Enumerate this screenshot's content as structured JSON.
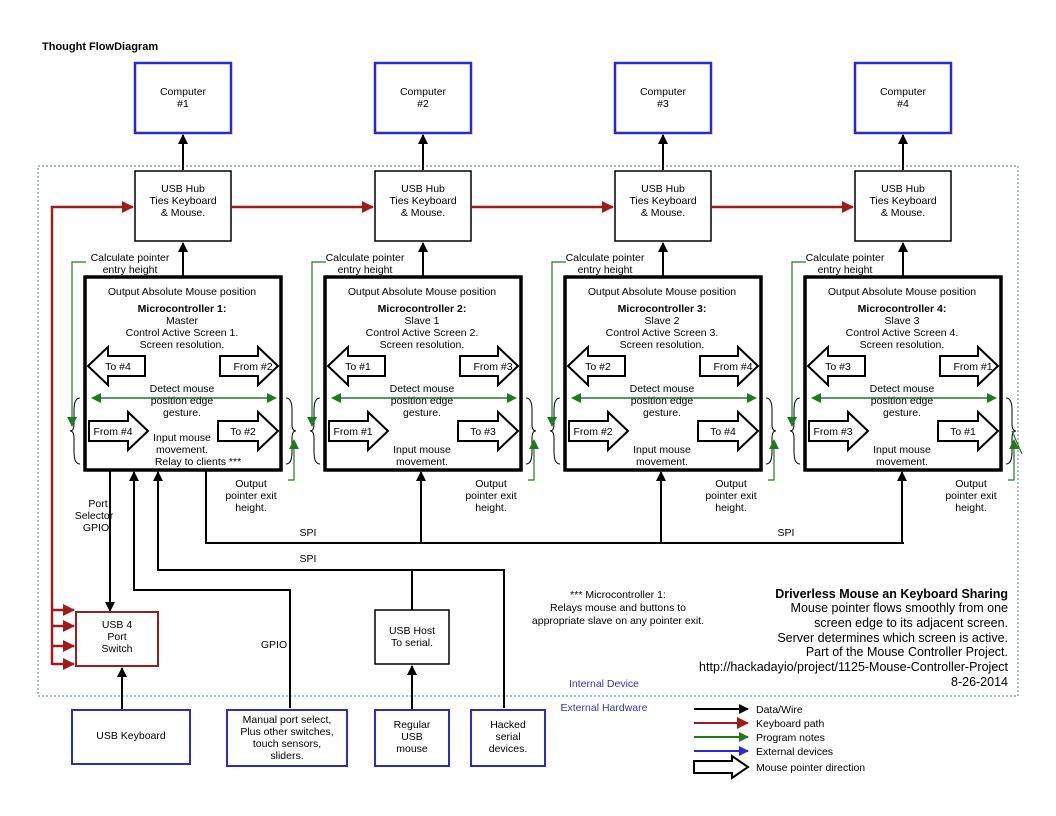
{
  "title": "Thought FlowDiagram",
  "colors": {
    "external": "#2a2ad0",
    "keyboard": "#a01c1c",
    "program": "#1f7a1f",
    "wire": "#000000",
    "dashed": "#5a7aa0"
  },
  "computers": [
    {
      "line1": "Computer",
      "line2": "#1"
    },
    {
      "line1": "Computer",
      "line2": "#2"
    },
    {
      "line1": "Computer",
      "line2": "#3"
    },
    {
      "line1": "Computer",
      "line2": "#4"
    }
  ],
  "hubs": [
    {
      "line1": "USB Hub",
      "line2": "Ties Keyboard",
      "line3": "& Mouse."
    },
    {
      "line1": "USB Hub",
      "line2": "Ties Keyboard",
      "line3": "& Mouse."
    },
    {
      "line1": "USB Hub",
      "line2": "Ties Keyboard",
      "line3": "& Mouse."
    },
    {
      "line1": "USB Hub",
      "line2": "Ties Keyboard",
      "line3": "& Mouse."
    }
  ],
  "calc_entry": {
    "line1": "Calculate pointer",
    "line2": "entry height"
  },
  "output_exit": {
    "line1": "Output",
    "line2": "pointer exit",
    "line3": "height."
  },
  "micros": [
    {
      "header": "Output Absolute Mouse position",
      "name": "Microcontroller 1:",
      "role": "Master",
      "control": "Control Active Screen 1.",
      "resolution": "Screen resolution.",
      "left_out": "To #4",
      "right_in": "From #2",
      "detect1": "Detect mouse",
      "detect2": "position edge",
      "detect3": "gesture.",
      "left_in": "From #4",
      "right_out": "To #2",
      "input1": "Input mouse",
      "input2": "movement.",
      "input3": "Relay to clients ***"
    },
    {
      "header": "Output Absolute Mouse position",
      "name": "Microcontroller 2:",
      "role": "Slave 1",
      "control": "Control Active Screen 2.",
      "resolution": "Screen resolution.",
      "left_out": "To #1",
      "right_in": "From #3",
      "detect1": "Detect mouse",
      "detect2": "position edge",
      "detect3": "gesture.",
      "left_in": "From #1",
      "right_out": "To #3",
      "input1": "Input mouse",
      "input2": "movement.",
      "input3": ""
    },
    {
      "header": "Output Absolute Mouse position",
      "name": "Microcontroller 3:",
      "role": "Slave 2",
      "control": "Control Active Screen 3.",
      "resolution": "Screen resolution.",
      "left_out": "To #2",
      "right_in": "From #4",
      "detect1": "Detect mouse",
      "detect2": "position edge",
      "detect3": "gesture.",
      "left_in": "From #2",
      "right_out": "To #4",
      "input1": "Input mouse",
      "input2": "movement.",
      "input3": ""
    },
    {
      "header": "Output Absolute Mouse position",
      "name": "Microcontroller 4:",
      "role": "Slave 3",
      "control": "Control Active Screen 4.",
      "resolution": "Screen resolution.",
      "left_out": "To #3",
      "right_in": "From #1",
      "detect1": "Detect mouse",
      "detect2": "position edge",
      "detect3": "gesture.",
      "left_in": "From #3",
      "right_out": "To #1",
      "input1": "Input mouse",
      "input2": "movement.",
      "input3": ""
    }
  ],
  "port_selector": {
    "line1": "Port",
    "line2": "Selector",
    "line3": "GPIO"
  },
  "spi_label": "SPI",
  "gpio_label": "GPIO",
  "usb_switch": {
    "line1": "USB 4",
    "line2": "Port",
    "line3": "Switch"
  },
  "usb_host": {
    "line1": "USB Host",
    "line2": "To serial."
  },
  "note": {
    "line1": "*** Microcontroller 1:",
    "line2": "Relays mouse and buttons to",
    "line3": "appropriate slave on any pointer exit."
  },
  "description": {
    "title": "Driverless Mouse an Keyboard Sharing",
    "line1": "Mouse pointer flows smoothly from one",
    "line2": "screen edge to its adjacent screen.",
    "line3": "Server determines which screen is active.",
    "line4": "Part of the Mouse Controller Project.",
    "line5": "http://hackadayio/project/1125-Mouse-Controller-Project",
    "line6": "8-26-2014"
  },
  "internal_label": "Internal Device",
  "external_label": "External Hardware",
  "external_devices": [
    {
      "line1": "USB Keyboard",
      "line2": "",
      "line3": "",
      "line4": ""
    },
    {
      "line1": "Manual port select,",
      "line2": "Plus other switches,",
      "line3": "touch sensors,",
      "line4": "sliders."
    },
    {
      "line1": "Regular",
      "line2": "USB",
      "line3": "mouse",
      "line4": ""
    },
    {
      "line1": "Hacked",
      "line2": "serial",
      "line3": "devices.",
      "line4": ""
    }
  ],
  "legend": [
    {
      "label": "Data/Wire",
      "color": "#000000",
      "icon": "arrow"
    },
    {
      "label": "Keyboard path",
      "color": "#a01c1c",
      "icon": "arrow"
    },
    {
      "label": "Program notes",
      "color": "#1f7a1f",
      "icon": "arrow"
    },
    {
      "label": "External devices",
      "color": "#2a2ad0",
      "icon": "arrow"
    },
    {
      "label": "Mouse pointer direction",
      "color": "#000000",
      "icon": "hollow-arrow"
    }
  ]
}
